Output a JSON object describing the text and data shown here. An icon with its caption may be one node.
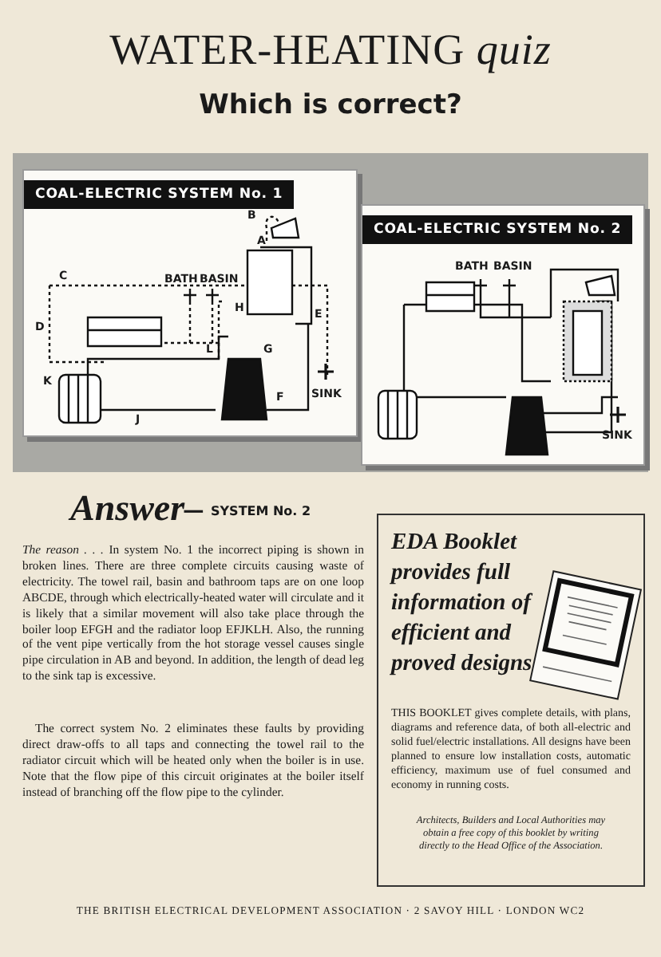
{
  "diagram": {
    "title": "WATER-HEATING *quiz*",
    "nodes": [
      {
        "text": [
          "COAL-ELECTRIC SYSTEM No. 1"
        ]
      },
      {
        "text": [
          "COAL-ELECTRIC SYSTEM No. 2"
        ]
      },
      {
        "text": [
          "EDA Booklet provides full information of efficient and proved designs",
          "THIS BOOKLET gives complete details, with plans, diagrams and reference data, of both all-electric and solid fuel/electric installations. All designs have been planned to ensure low installation costs, automatic efficiency, maximum use of fuel consumed and economy in running costs.",
          "Architects, Builders and Local Authorities may obtain a free copy of this booklet by writing directly to the Head Office of the Association."
        ]
      }
    ],
    "labels": [
      "Which is correct?",
      "B",
      "C",
      "A",
      "BATH",
      "BASIN",
      "H",
      "E",
      "D",
      "L",
      "G",
      "K",
      "F",
      "SINK",
      "J",
      "BATH",
      "BASIN",
      "SINK",
      "Answer–",
      "SYSTEM No. 2",
      "*The reason . . .* In system No. 1 the incorrect piping is shown in broken lines. There are three complete circuits causing waste of electricity. The towel rail, basin and bathroom taps are on one loop ABCDE, through which electrically-heated water will circulate and it is likely that a similar movement will also take place through the boiler loop EFGH and the radiator loop EFJKLH. Also, the running of the vent pipe vertically from the hot storage vessel causes single pipe circulation in AB and beyond. In addition, the length of dead leg to the sink tap is excessive.",
      "The correct system No. 2 eliminates these faults by providing direct draw-offs to all taps and connecting the towel rail to the radiator circuit which will be heated only when the boiler is in use. Note that the flow pipe of this circuit originates at the boiler itself instead of branching off the flow pipe to the cylinder.",
      "THE BRITISH ELECTRICAL DEVELOPMENT ASSOCIATION · 2 SAVOY HILL · LONDON WC2"
    ]
  }
}
